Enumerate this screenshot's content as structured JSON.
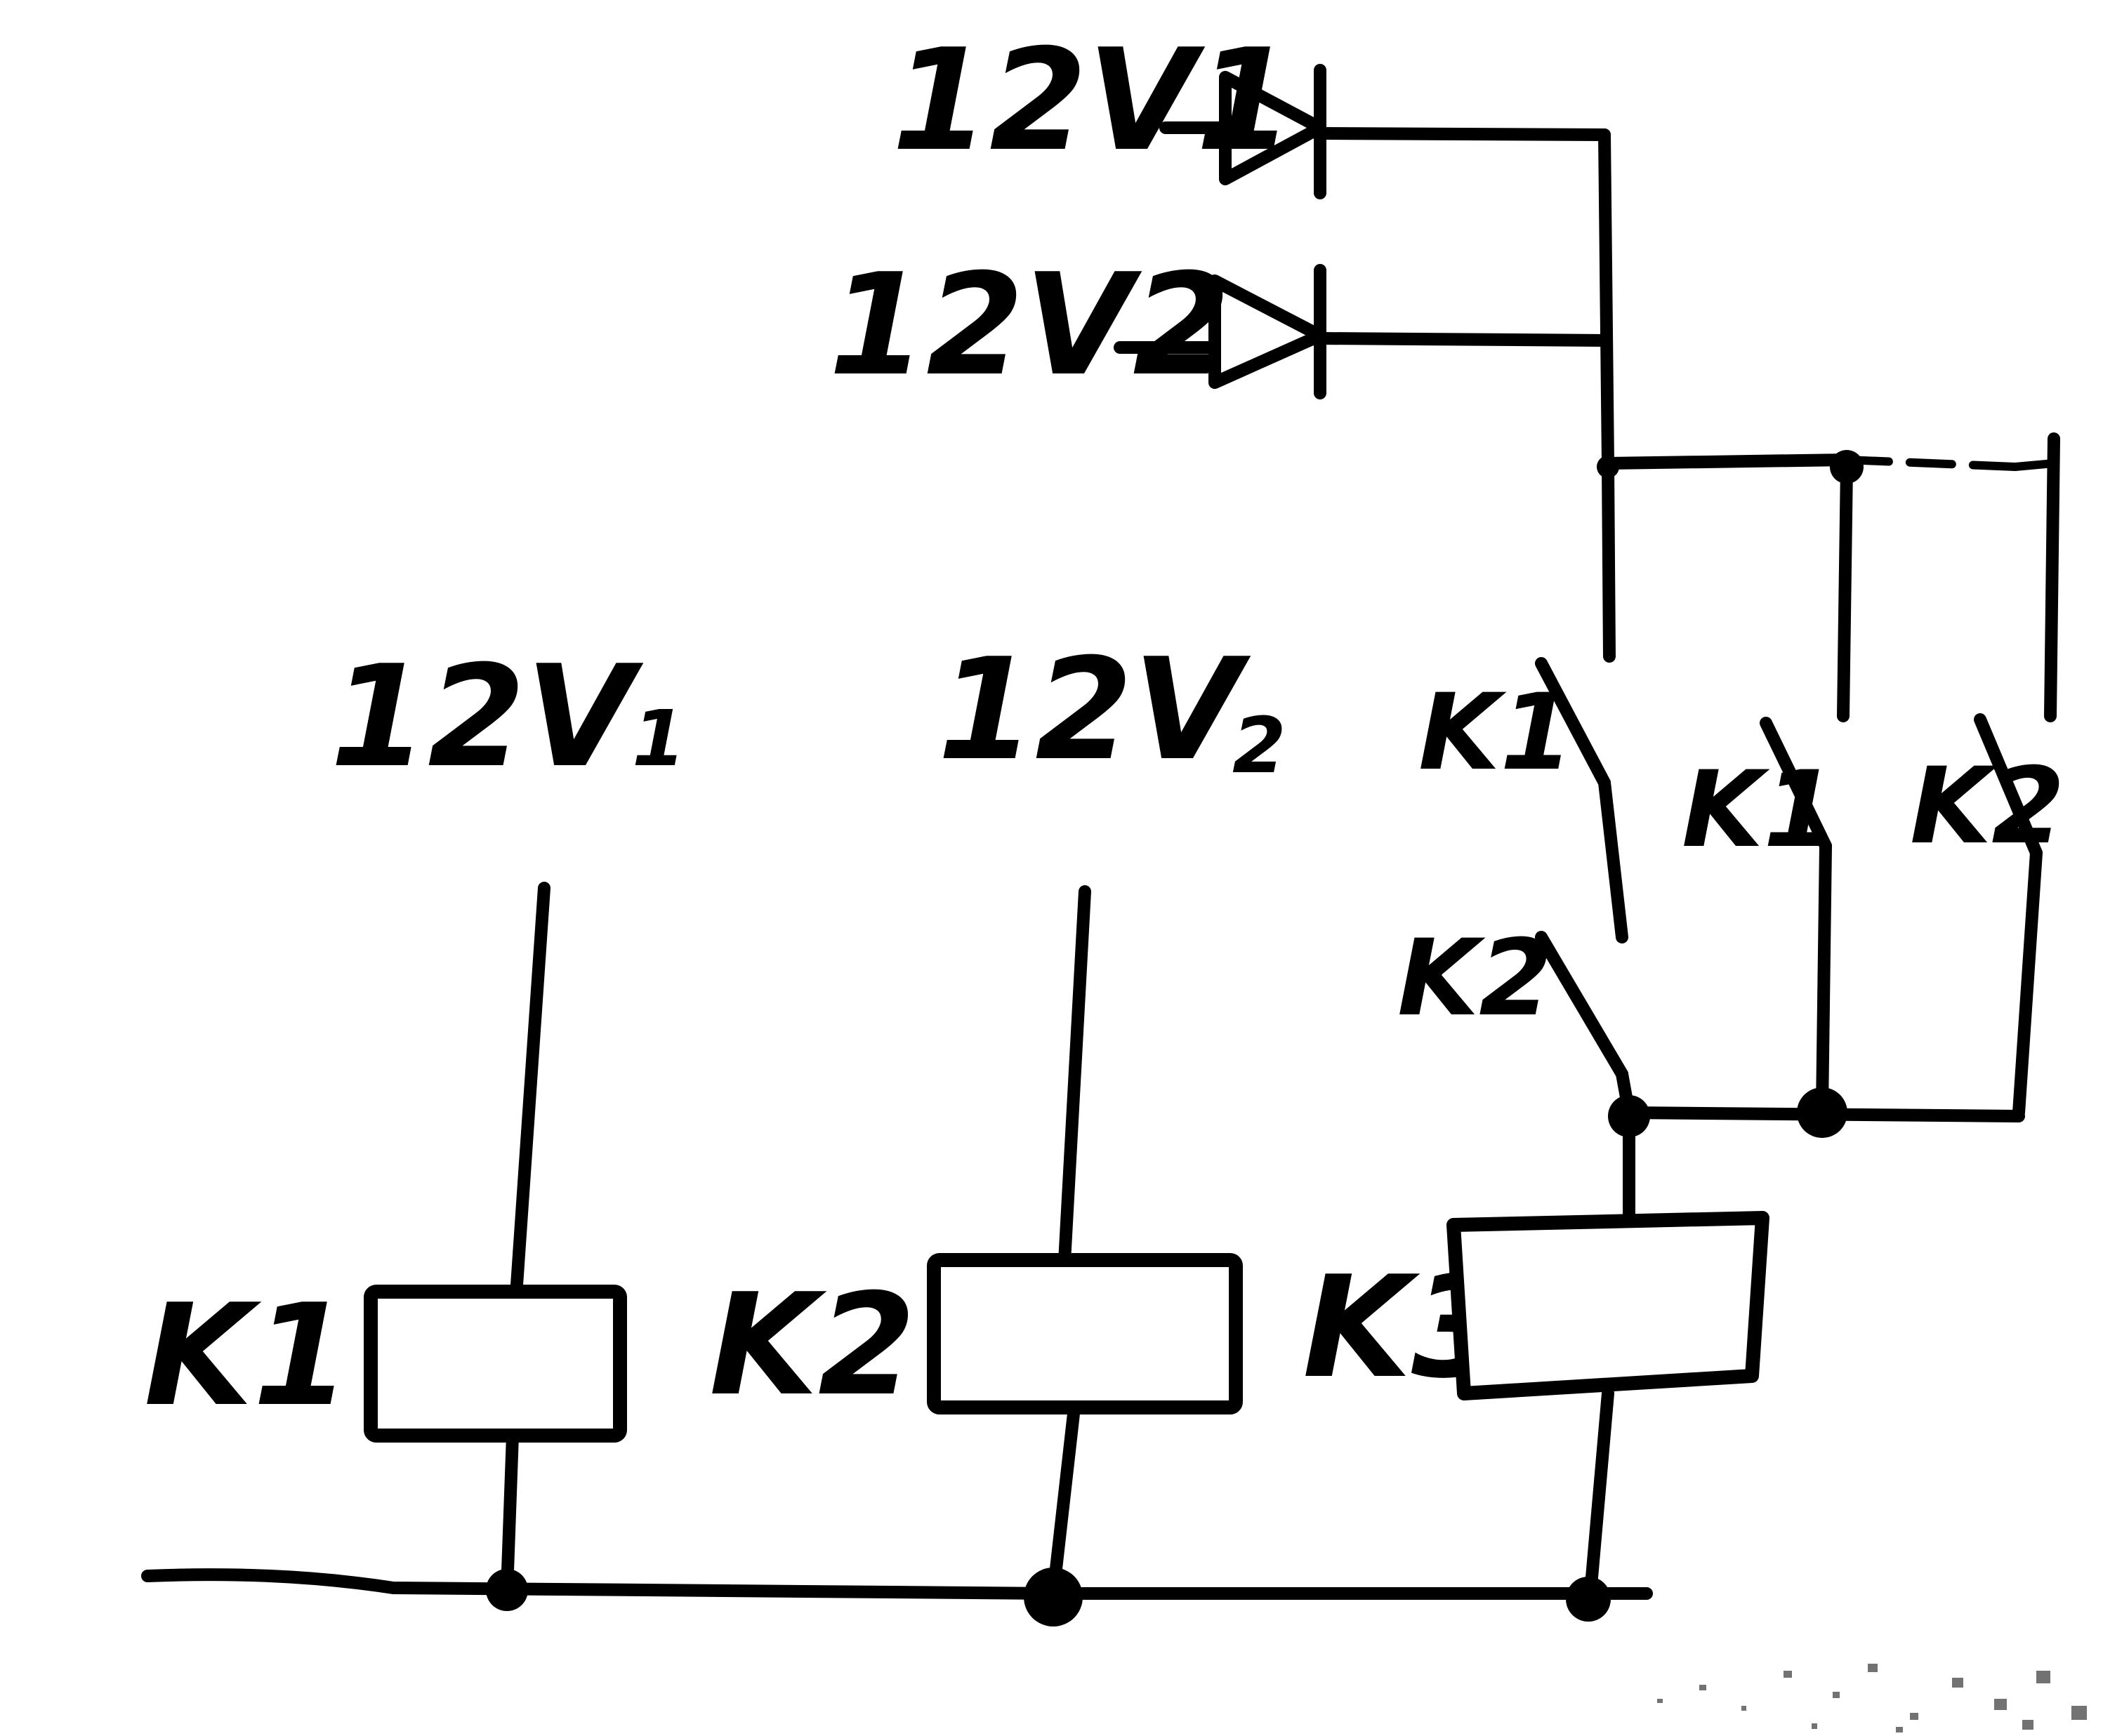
{
  "supply_inputs": [
    {
      "id": "in1",
      "label": "12V1"
    },
    {
      "id": "in2",
      "label": "12V2"
    }
  ],
  "branches": [
    {
      "id": "b1",
      "supply_main": "12V",
      "supply_sub": "1",
      "coil": "K1"
    },
    {
      "id": "b2",
      "supply_main": "12V",
      "supply_sub": "2",
      "coil": "K2"
    }
  ],
  "relay_k3": {
    "coil": "K3"
  },
  "contacts": [
    {
      "id": "c1",
      "label": "K1"
    },
    {
      "id": "c2",
      "label": "K2"
    },
    {
      "id": "c3",
      "label": "K1"
    },
    {
      "id": "c4",
      "label": "K2"
    }
  ]
}
